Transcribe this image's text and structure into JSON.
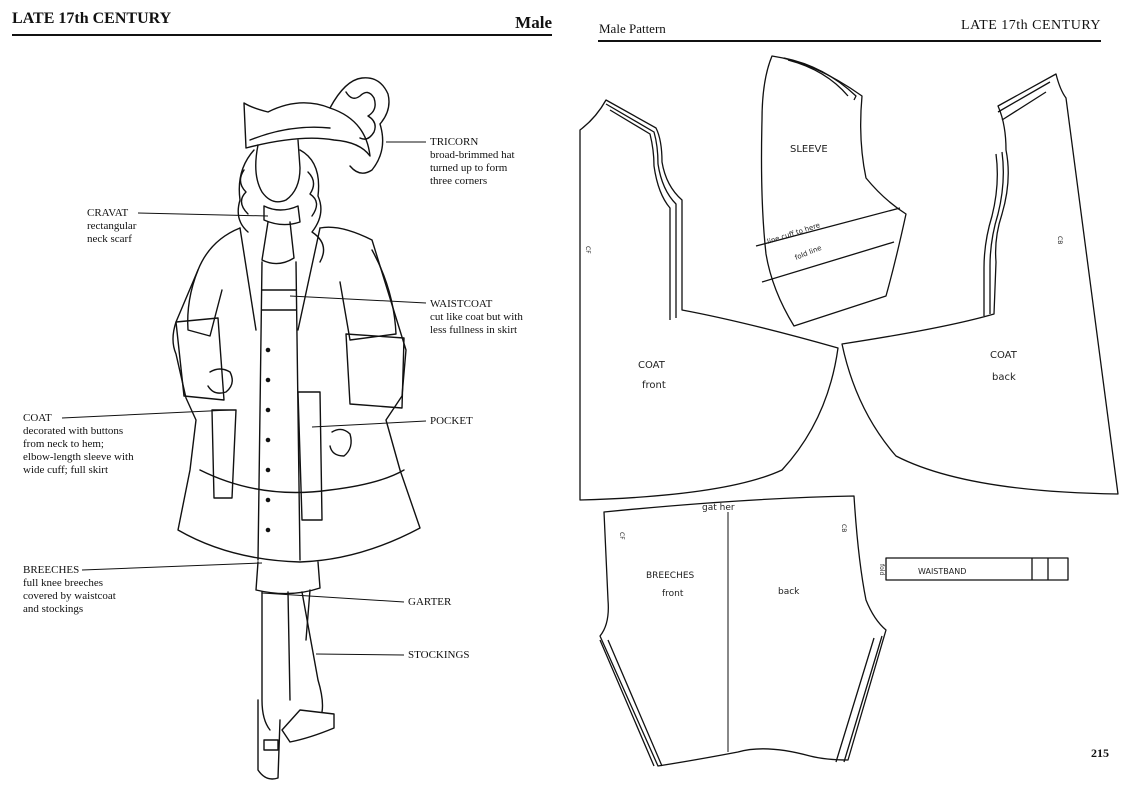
{
  "left_page": {
    "header_left": "LATE 17th CENTURY",
    "header_right": "Male",
    "labels": {
      "tricorn": {
        "title": "TRICORN",
        "desc": [
          "broad-brimmed hat",
          "turned up to form",
          "three corners"
        ]
      },
      "cravat": {
        "title": "CRAVAT",
        "desc": [
          "rectangular",
          "neck scarf"
        ]
      },
      "waistcoat": {
        "title": "WAISTCOAT",
        "desc": [
          "cut like coat but with",
          "less fullness in skirt"
        ]
      },
      "coat": {
        "title": "COAT",
        "desc": [
          "decorated with buttons",
          "from neck to hem;",
          "elbow-length sleeve with",
          "wide cuff; full skirt"
        ]
      },
      "pocket": {
        "title": "POCKET"
      },
      "breeches": {
        "title": "BREECHES",
        "desc": [
          "full knee breeches",
          "covered by waistcoat",
          "and stockings"
        ]
      },
      "garter": {
        "title": "GARTER"
      },
      "stockings": {
        "title": "STOCKINGS"
      }
    }
  },
  "right_page": {
    "header_left": "Male Pattern",
    "header_right": "LATE 17th CENTURY",
    "page_number": "215",
    "pattern_labels": {
      "sleeve": "SLEEVE",
      "cuff_line": "line cuff to here",
      "fold_line": "fold line",
      "coat_front_1": "COAT",
      "coat_front_2": "front",
      "coat_back_1": "COAT",
      "coat_back_2": "back",
      "cf": "CF",
      "cb": "CB",
      "breeches_1": "BREECHES",
      "breeches_2": "front",
      "breeches_back": "back",
      "gather": "gat her",
      "cf2": "CF",
      "cb2": "CB",
      "fold": "fold",
      "waistband": "WAISTBAND"
    }
  }
}
